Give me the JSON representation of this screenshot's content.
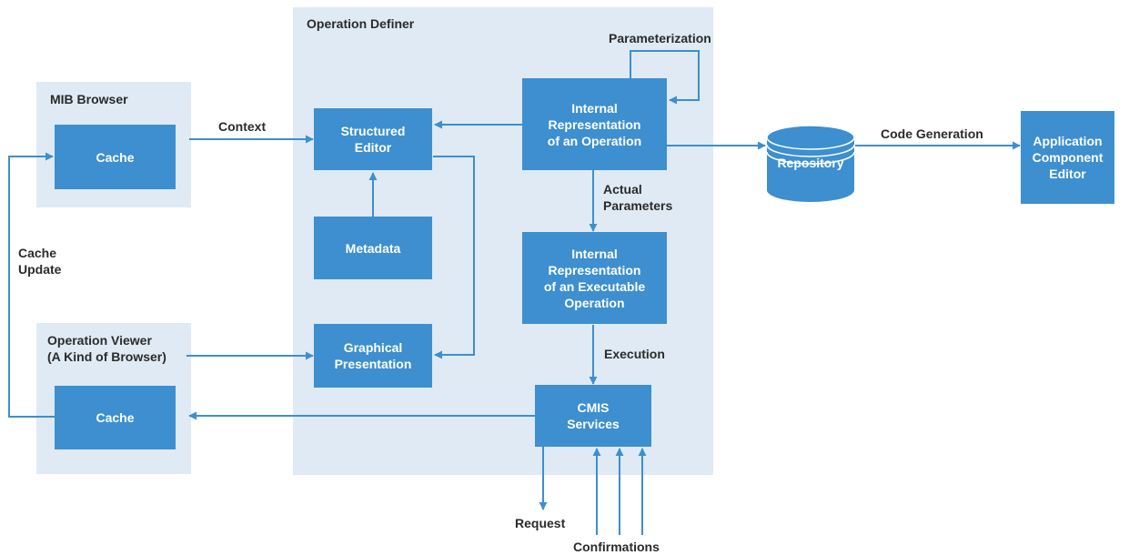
{
  "panels": {
    "mib_browser": "MIB Browser",
    "operation_definer": "Operation Definer",
    "operation_viewer": "Operation Viewer\n(A Kind of Browser)"
  },
  "boxes": {
    "mib_cache": "Cache",
    "viewer_cache": "Cache",
    "structured_editor": "Structured\nEditor",
    "metadata": "Metadata",
    "graphical_presentation": "Graphical\nPresentation",
    "internal_operation": "Internal\nRepresentation\nof an Operation",
    "internal_executable": "Internal\nRepresentation\nof an Executable\nOperation",
    "cmis_services": "CMIS\nServices",
    "repository": "Repository",
    "app_component_editor": "Application\nComponent\nEditor"
  },
  "labels": {
    "parameterization": "Parameterization",
    "context": "Context",
    "cache_update": "Cache\nUpdate",
    "actual_parameters": "Actual\nParameters",
    "execution": "Execution",
    "code_generation": "Code Generation",
    "request": "Request",
    "confirmations": "Confirmations"
  },
  "colors": {
    "box_fill": "#3d8fcf",
    "panel_fill": "#dfeaf4",
    "arrow": "#3d8fcf",
    "text": "#2b2b2b"
  }
}
